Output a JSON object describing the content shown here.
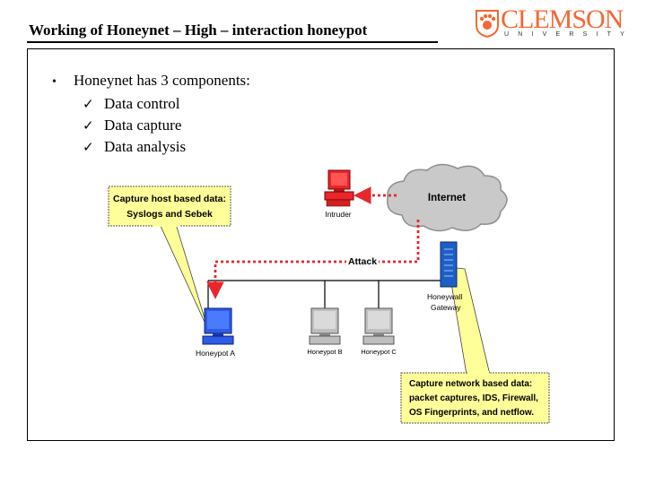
{
  "header": {
    "title": "Working of Honeynet – High – interaction honeypot"
  },
  "logo": {
    "wordmark": "CLEMSON",
    "subtitle": "UNIVERSITY",
    "brand_color": "#F66733"
  },
  "content": {
    "bullet": "Honeynet has 3 components:",
    "bullet_marker": "•",
    "check_marker": "✓",
    "items": [
      "Data control",
      "Data capture",
      "Data analysis"
    ]
  },
  "diagram": {
    "internet_label": "Internet",
    "intruder_label": "Intruder",
    "attack_label": "Attack",
    "gateway_label_1": "Honeywall",
    "gateway_label_2": "Gateway",
    "honeypot_a_label": "Honeypot A",
    "honeypot_b_label": "Honeypot B",
    "honeypot_c_label": "Honeypot C",
    "host_callout_1": "Capture host based data:",
    "host_callout_2": "Syslogs and Sebek",
    "net_callout_1": "Capture network based data:",
    "net_callout_2": "packet captures, IDS, Firewall,",
    "net_callout_3": "OS Fingerprints, and netflow.",
    "colors": {
      "attack_path": "#E8262B",
      "callout_fill": "#FFFF99",
      "cloud_fill": "#C9C9C9",
      "honeypot_a": "#2E5BE8",
      "intruder": "#E8262B",
      "gateway": "#1E5FC6"
    }
  }
}
